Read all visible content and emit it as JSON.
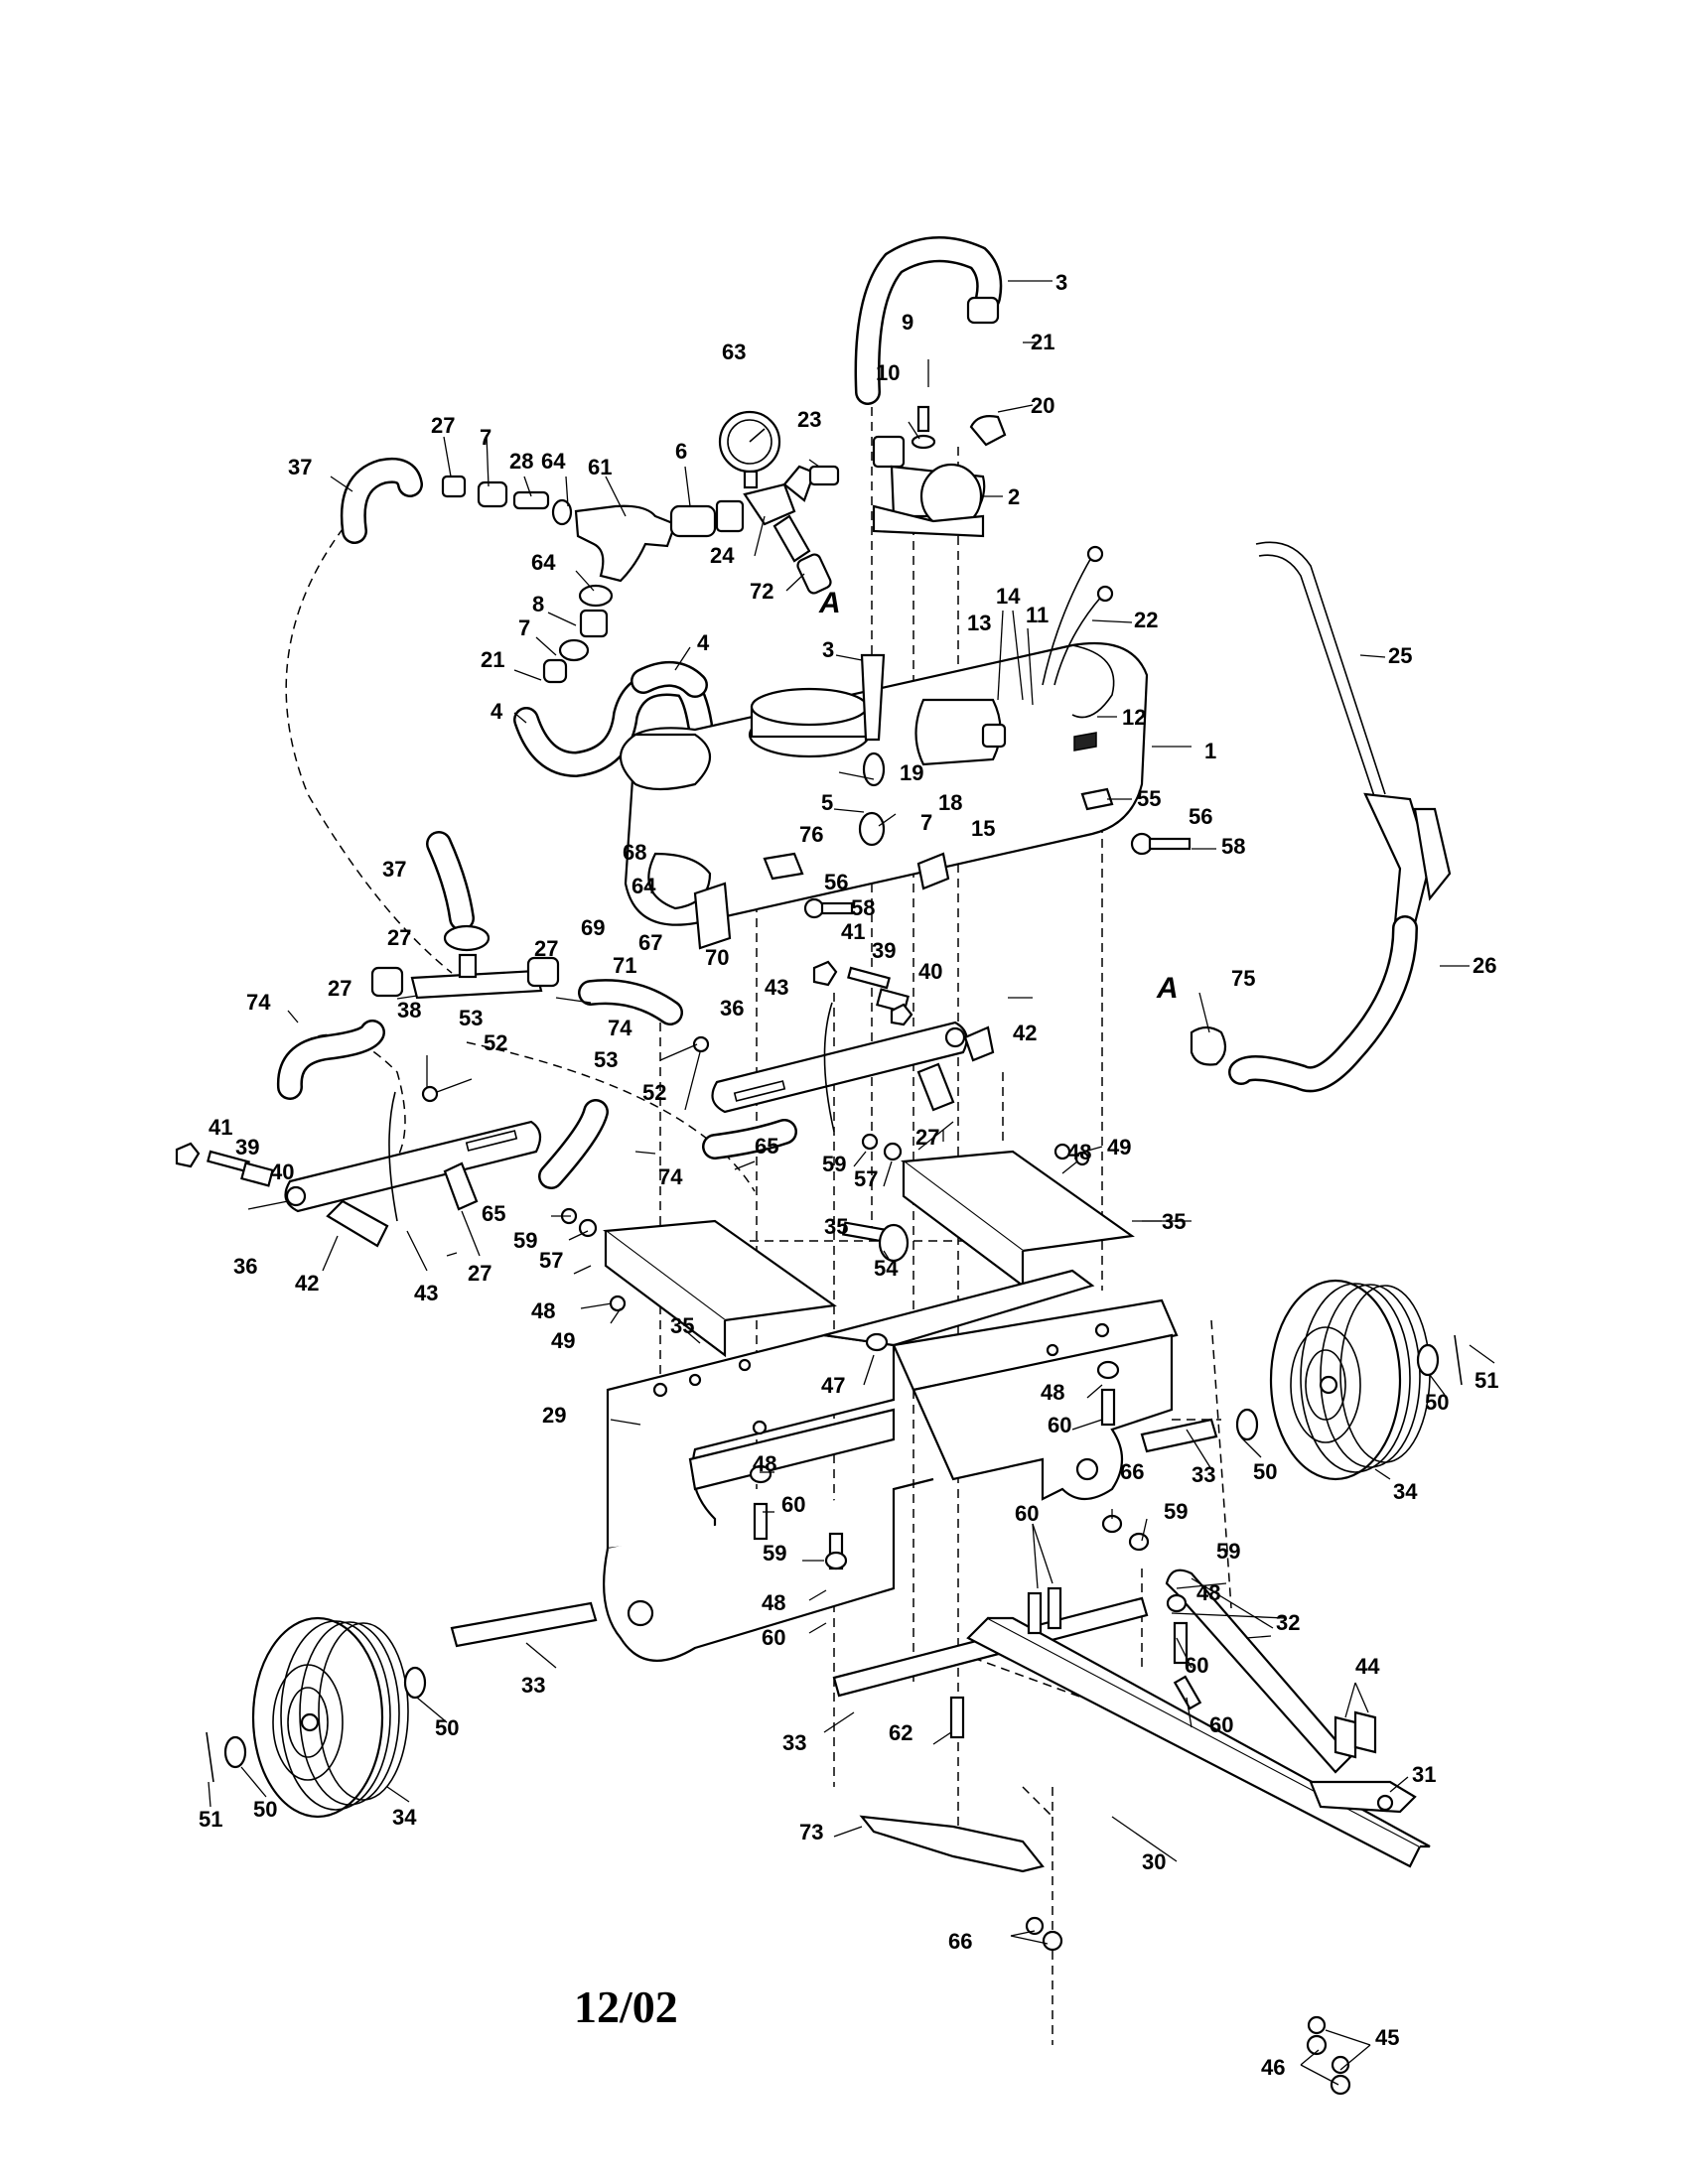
{
  "diagram": {
    "date_code": "12/02",
    "section_marker": "A",
    "section_marker_2": "A",
    "callouts": [
      "1",
      "2",
      "3",
      "3",
      "4",
      "4",
      "5",
      "6",
      "7",
      "7",
      "7",
      "8",
      "9",
      "10",
      "11",
      "12",
      "13",
      "14",
      "15",
      "18",
      "19",
      "20",
      "21",
      "21",
      "22",
      "23",
      "24",
      "25",
      "26",
      "27",
      "27",
      "27",
      "27",
      "27",
      "27",
      "28",
      "29",
      "30",
      "31",
      "32",
      "33",
      "33",
      "33",
      "34",
      "34",
      "35",
      "35",
      "35",
      "36",
      "36",
      "37",
      "37",
      "38",
      "39",
      "39",
      "40",
      "40",
      "41",
      "41",
      "42",
      "42",
      "43",
      "43",
      "44",
      "45",
      "46",
      "47",
      "48",
      "48",
      "48",
      "48",
      "48",
      "48",
      "49",
      "49",
      "50",
      "50",
      "50",
      "50",
      "51",
      "51",
      "52",
      "52",
      "53",
      "53",
      "54",
      "55",
      "56",
      "56",
      "57",
      "57",
      "58",
      "58",
      "59",
      "59",
      "59",
      "59",
      "59",
      "60",
      "60",
      "60",
      "60",
      "60",
      "60",
      "61",
      "62",
      "63",
      "64",
      "64",
      "64",
      "65",
      "65",
      "66",
      "66",
      "67",
      "68",
      "69",
      "70",
      "71",
      "72",
      "73",
      "74",
      "74",
      "74",
      "75",
      "76"
    ]
  }
}
